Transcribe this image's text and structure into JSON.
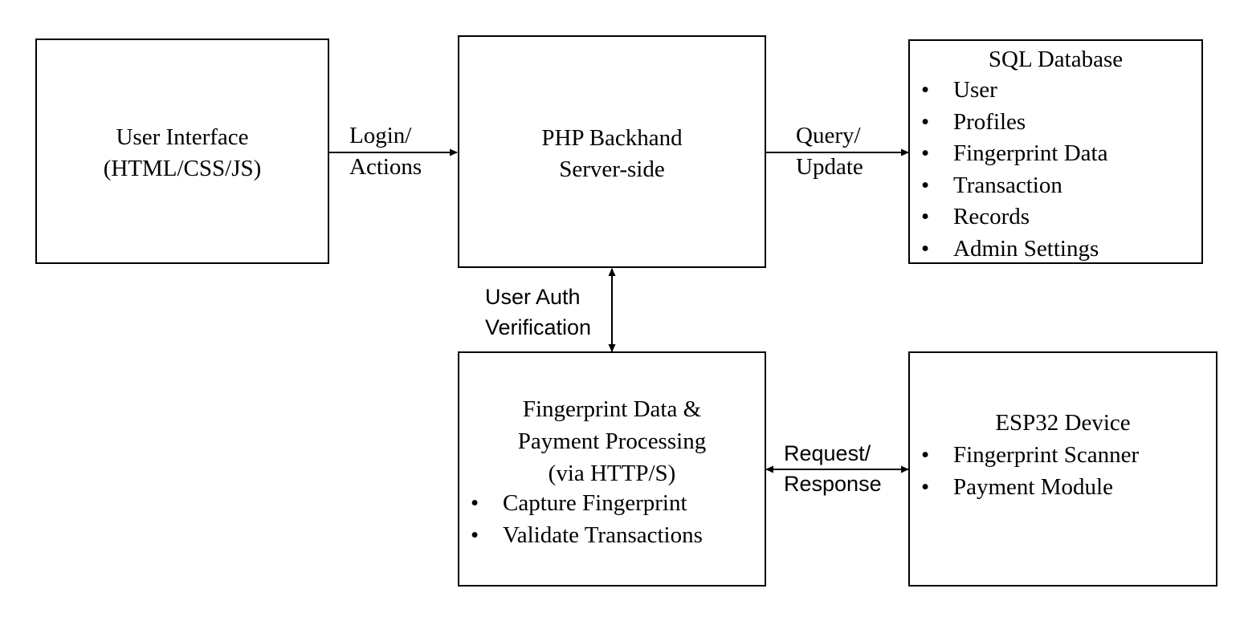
{
  "ui": {
    "title": {
      "lines": [
        "User Interface",
        "(HTML/CSS/JS)"
      ]
    }
  },
  "backend": {
    "lines": [
      "PHP Backhand",
      "Server-side"
    ]
  },
  "database": {
    "title": "SQL Database",
    "items": [
      "User",
      "Profiles",
      "Fingerprint Data",
      "Transaction",
      "Records",
      "Admin Settings"
    ]
  },
  "processing": {
    "lines": [
      "Fingerprint Data &",
      "Payment Processing",
      "(via HTTP/S)"
    ],
    "items": [
      "Capture Fingerprint",
      "Validate Transactions"
    ]
  },
  "device": {
    "title": "ESP32 Device",
    "items": [
      "Fingerprint Scanner",
      "Payment Module"
    ]
  },
  "edges": {
    "ui_backend": [
      "Login/",
      "Actions"
    ],
    "backend_db": [
      "Query/",
      "Update"
    ],
    "backend_processing": [
      "User Auth",
      "Verification"
    ],
    "processing_device": [
      "Request/",
      "Response"
    ]
  },
  "bullet_symbol": "•"
}
